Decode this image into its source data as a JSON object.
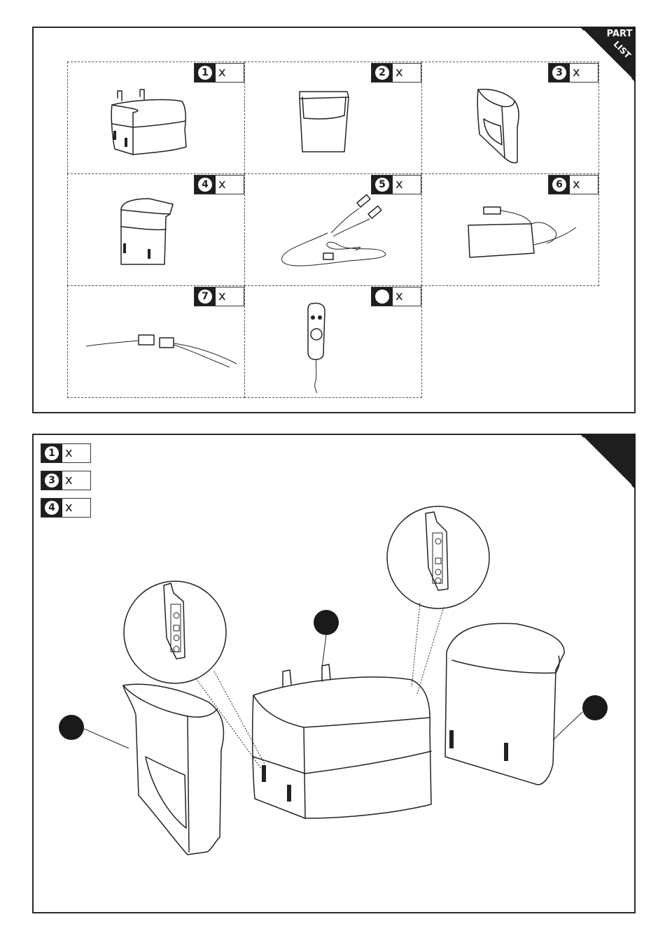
{
  "parts_panel": {
    "corner_label_line1": "PART",
    "corner_label_line2": "LIST",
    "items": [
      {
        "number": "1",
        "mult": "x"
      },
      {
        "number": "2",
        "mult": "x"
      },
      {
        "number": "3",
        "mult": "x"
      },
      {
        "number": "4",
        "mult": "x"
      },
      {
        "number": "5",
        "mult": "x"
      },
      {
        "number": "6",
        "mult": "x"
      },
      {
        "number": "7",
        "mult": "x"
      },
      {
        "number": "",
        "mult": "x"
      }
    ]
  },
  "step_panel": {
    "tags": [
      {
        "number": "1",
        "mult": "x"
      },
      {
        "number": "3",
        "mult": "x"
      },
      {
        "number": "4",
        "mult": "x"
      }
    ]
  },
  "colors": {
    "ink": "#1e1e1e",
    "paper": "#ffffff"
  }
}
